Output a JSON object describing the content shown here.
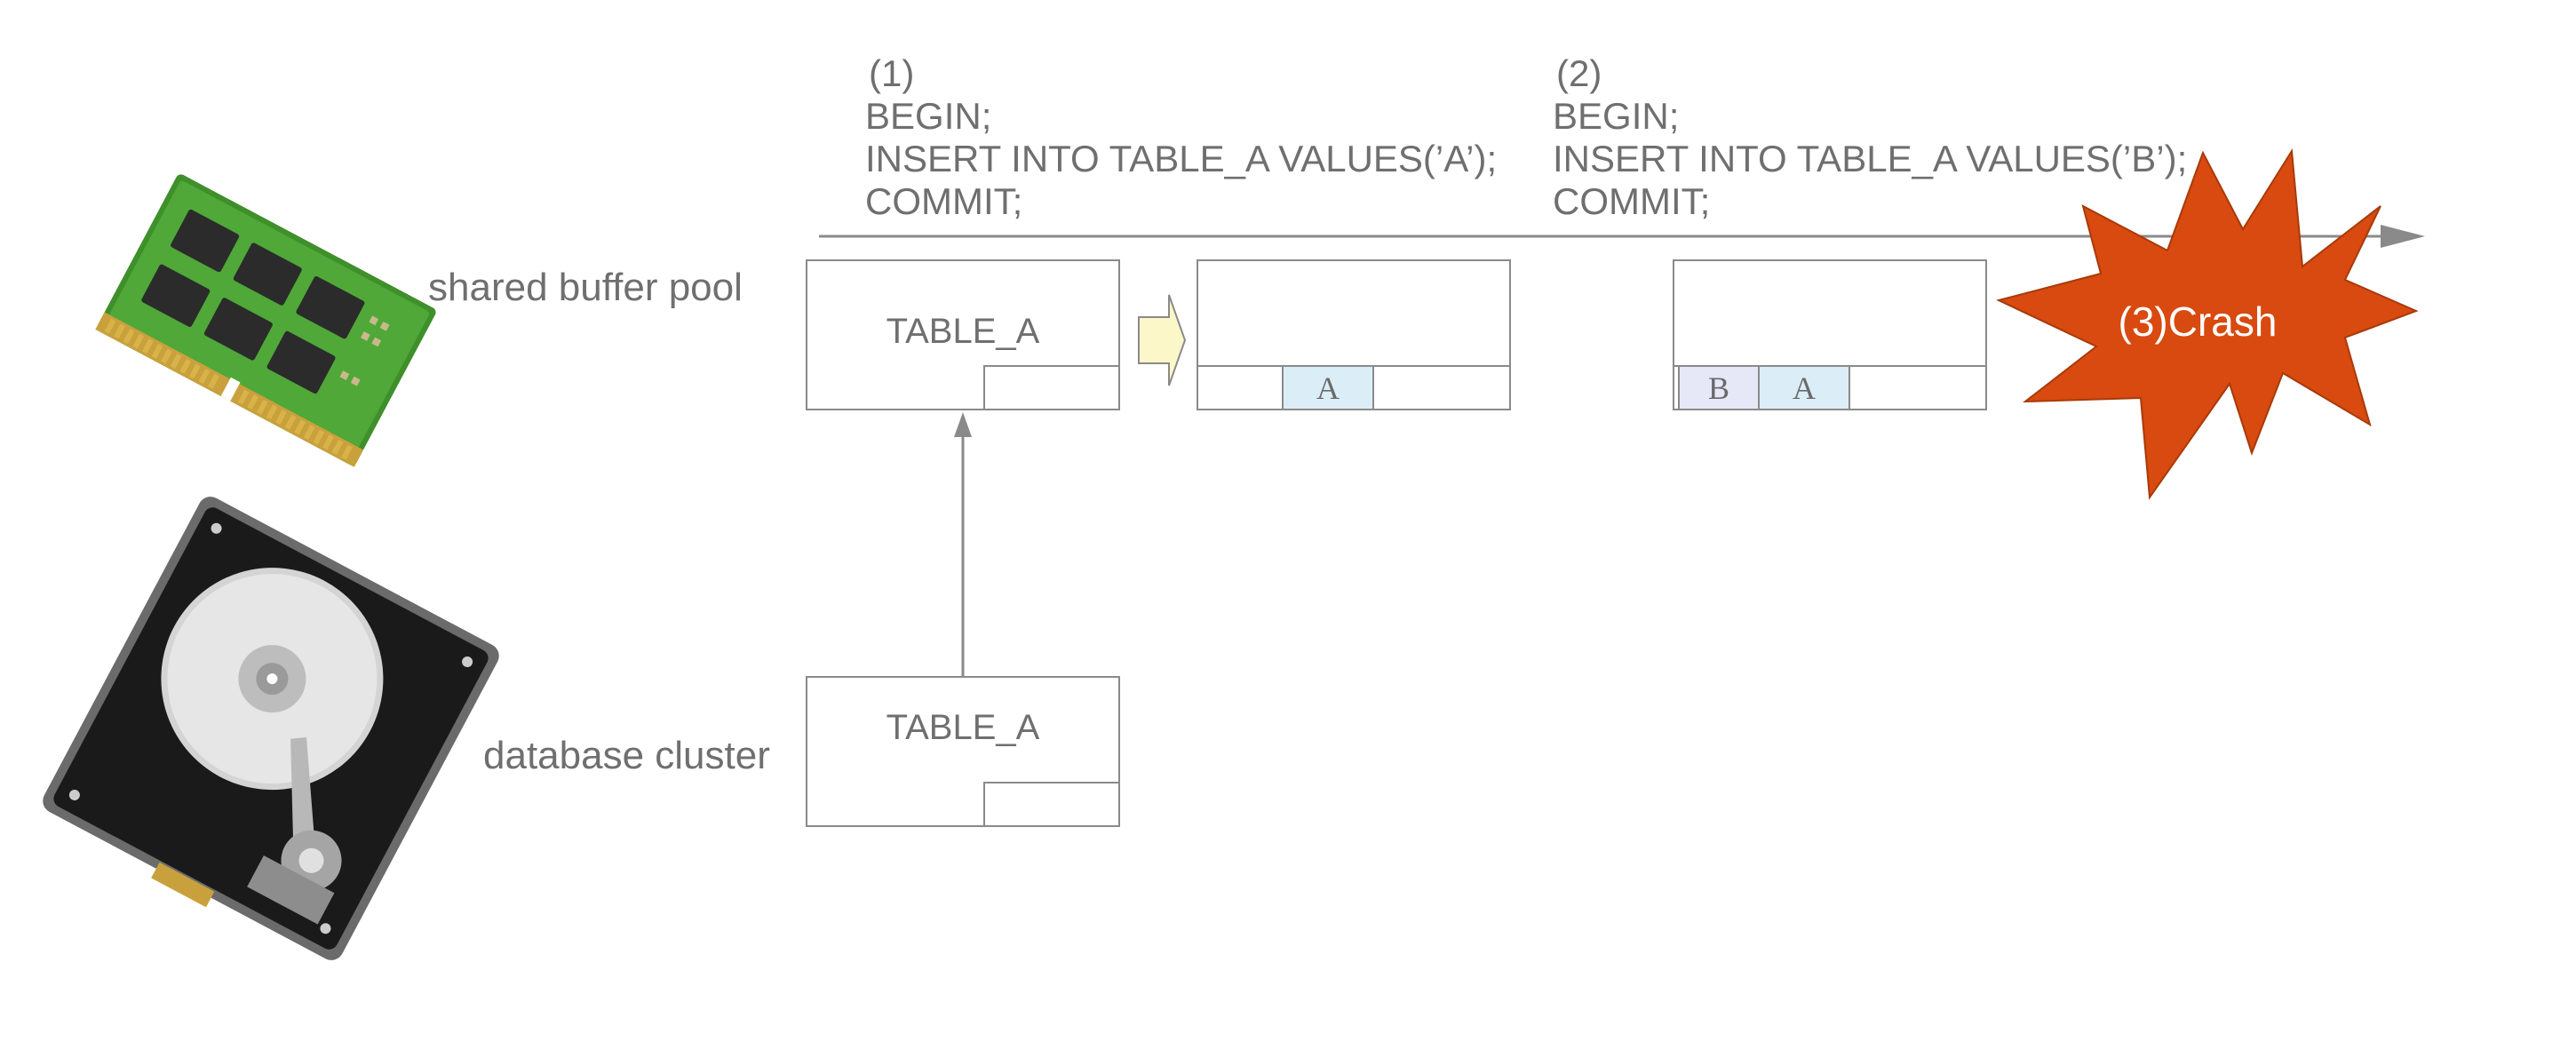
{
  "labels": {
    "buffer": "shared buffer pool",
    "cluster": "database cluster"
  },
  "steps": [
    {
      "num": "(1)",
      "lines": [
        "BEGIN;",
        "INSERT INTO TABLE_A VALUES(’A’);",
        "COMMIT;"
      ]
    },
    {
      "num": "(2)",
      "lines": [
        "BEGIN;",
        "INSERT INTO TABLE_A VALUES(’B’);",
        "COMMIT;"
      ]
    }
  ],
  "tables": {
    "buffer_page_name": "TABLE_A",
    "disk_page_name": "TABLE_A"
  },
  "tuples": {
    "page2": [
      "A"
    ],
    "page3": [
      "B",
      "A"
    ]
  },
  "crash": {
    "text": "(3)Crash",
    "color": "#d84a0f"
  },
  "colors": {
    "line": "#8a8a8a",
    "tuple_a": "#dbeef7",
    "tuple_b": "#e6e8f8",
    "arrow_fill": "#fbf7c8"
  },
  "icons": [
    "ram-module-icon",
    "hard-disk-icon"
  ]
}
